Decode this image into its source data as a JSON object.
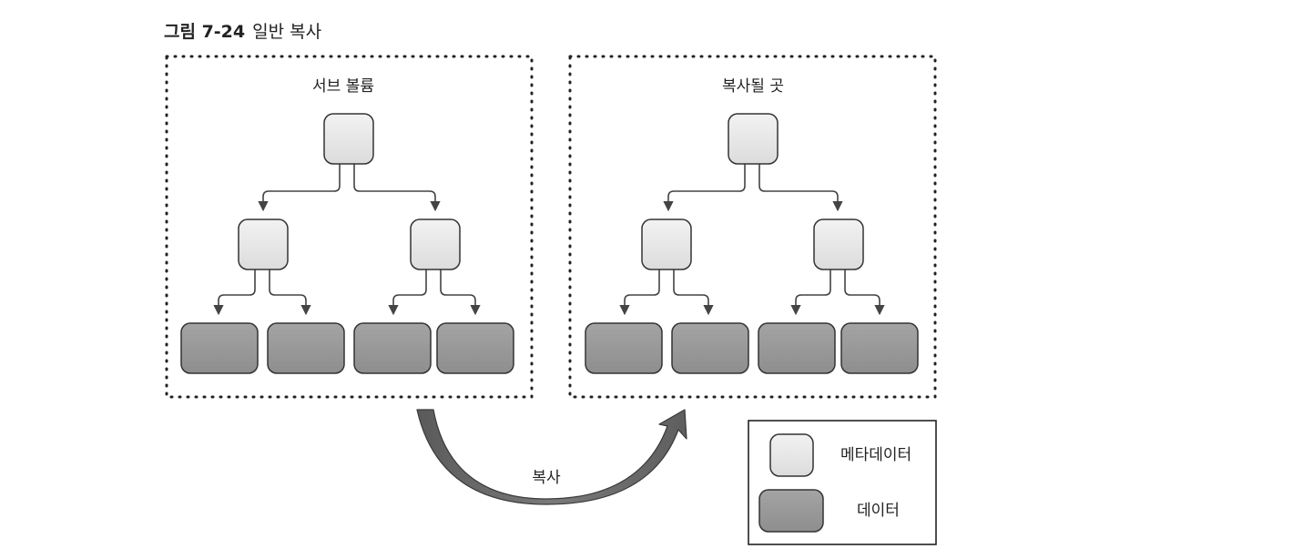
{
  "caption": {
    "number": "그림 7-24",
    "title": "일반 복사"
  },
  "panels": {
    "source": {
      "label": "서브 볼륨"
    },
    "destination": {
      "label": "복사될 곳"
    }
  },
  "arrow": {
    "label": "복사"
  },
  "legend": {
    "metadata_label": "메타데이터",
    "data_label": "데이터"
  },
  "colors": {
    "metadata_fill": "#e6e6e6",
    "data_fill": "#9a9a9a",
    "stroke": "#333333",
    "border": "#222222"
  }
}
